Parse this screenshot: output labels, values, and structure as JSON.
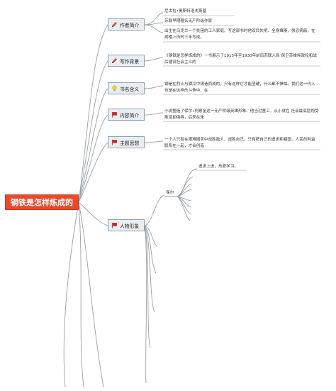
{
  "root": {
    "label": "钢铁是怎样炼成的"
  },
  "branches": [
    {
      "label": "作者简介",
      "icon": "pencil-icon",
      "leaves": [
        "尼古拉•奥斯特洛夫斯基",
        "苏联早期著名无产阶级作家",
        "出生在乌克兰一个贫困的工人家庭。写这部书时他双目失明、全身瘫痪，强忍病痛，在病榻上历时三年写成。"
      ]
    },
    {
      "label": "写作背景",
      "icon": "pencil-icon",
      "leaves": [
        "《钢铁是怎样炼成的》一书展示了1915年至1930年前后苏联人民 保卫苏维埃政权和战后建设社会主义的"
      ]
    },
    {
      "label": "书名含义",
      "icon": "lightbulb-icon",
      "leaves": [
        "钢是在烈火与骤冷中铸造而成的，只有这样它才能坚硬，什么都不惧怕。我们这一代人也是在这样的斗争中、在"
      ]
    },
    {
      "label": "内容简介",
      "icon": "flag-icon",
      "leaves": [
        "小说塑造了保尔•柯察金这一无产阶级英雄形象。他当过童工，从小就在 社会最底层饱受欺凌和侮辱，后来在朱"
      ]
    },
    {
      "label": "主题思想",
      "icon": "flag-icon",
      "leaves": [
        "一个人只有在艰难困苦中战胜敌人、战胜自己，只有把自己的追求和祖国、人民的利益联系在一起，才会创造"
      ]
    },
    {
      "label": "人物形象",
      "icon": "flag-icon",
      "sub_label": "保尔",
      "leaves": [
        "追求上进，热爱学习。"
      ]
    }
  ],
  "colors": {
    "root_fill": "#e84a2c",
    "branch_fill": "#e9eef2",
    "branch_border": "#8aa0b4",
    "line": "#9aa0a6"
  }
}
